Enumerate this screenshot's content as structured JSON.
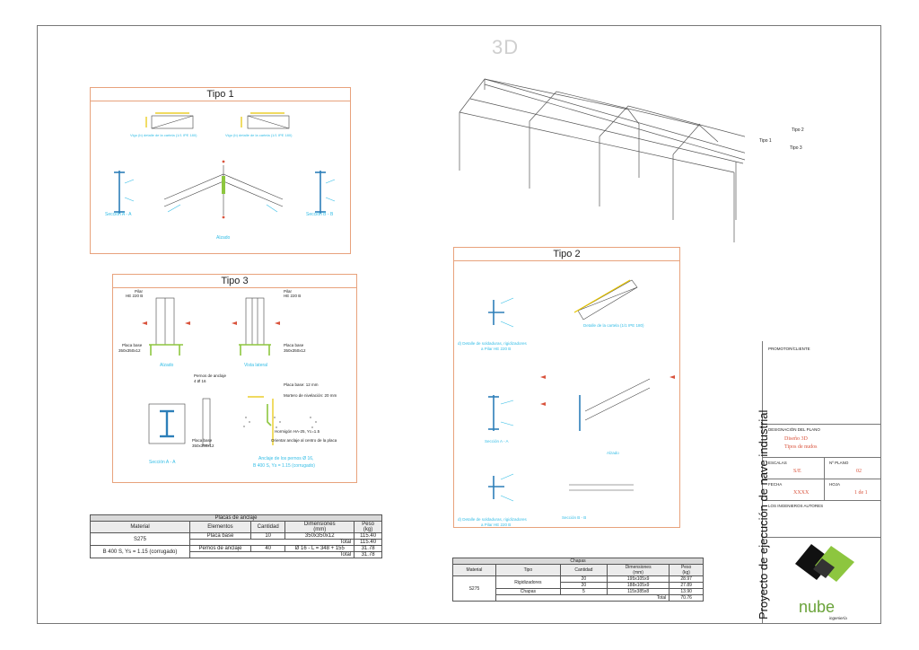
{
  "header": {
    "title_3d": "3D"
  },
  "view3d": {
    "tipo1": "Tipo 1",
    "tipo2": "Tipo 2",
    "tipo3": "Tipo 3"
  },
  "tipo1": {
    "title": "Tipo 1",
    "caption_left": "Vigo (b) detalle de la cartela (1/1 IPE 180)",
    "caption_right": "Vigo (b) detalle de la cartela (1/1 IPE 180)",
    "seccion_a": "Sección A - A",
    "seccion_b": "Sección B - B",
    "alzado": "Alzado"
  },
  "tipo3": {
    "title": "Tipo 3",
    "pilar": "Pilar",
    "pilar_he": "HE 220 B",
    "placa_base": "Placa base",
    "placa_dims": "350x350x12",
    "alzado": "Alzado",
    "vista_lateral": "Vista lateral",
    "pernos_label": "Pernos de anclaje",
    "pernos_count": "4 Ø 16",
    "placa_base_mm": "Placa base: 12 mm",
    "mortero": "Mortero de nivelación: 20 mm",
    "hormigon": "Hormigón  HA-25,  Yc=1.5",
    "orientar": "Orientar anclaje al centro de la placa",
    "seccion_a": "Sección A - A",
    "anclaje_title": "Anclaje de los pernos Ø 16,",
    "anclaje_sub": "B 400 S, Ys = 1.15 (corrugado)"
  },
  "tipo2": {
    "title": "Tipo 2",
    "detalle_sold_1": "d) Detalle de soldaduras, rigidizadores",
    "detalle_sold_1b": "a Pilar HE 220 B",
    "detalle_cartela": "Detalle de la cartela (1/1 IPE 180)",
    "seccion_a": "Sección A - A",
    "alzado": "Alzado",
    "detalle_sold_2": "d) Detalle de soldaduras, rigidizadores",
    "detalle_sold_2b": "a Pilar HE 220 B",
    "seccion_b": "Sección B - B"
  },
  "table_placas": {
    "caption": "Placas de anclaje",
    "headers": [
      "Material",
      "Elementos",
      "Cantidad",
      "Dimensiones\n(mm)",
      "Peso\n(kg)"
    ],
    "s275": "S275",
    "placa_base": "Placa base",
    "placa_qty": "10",
    "placa_dims": "350x350x12",
    "placa_peso": "115.40",
    "total_label": "Total",
    "total1": "115.40",
    "b400": "B 400 S, Ys = 1.15 (corrugado)",
    "pernos": "Pernos de anclaje",
    "pernos_qty": "40",
    "pernos_dims": "Ø 16 - L = 348 + 155",
    "pernos_peso": "31.78",
    "total2": "31.78"
  },
  "table_chapas": {
    "caption": "Chapas",
    "headers": [
      "Material",
      "Tipo",
      "Cantidad",
      "Dimensiones\n(mm)",
      "Peso\n(kg)"
    ],
    "s275": "S275",
    "rig": "Rigidizadores",
    "chapas": "Chapas",
    "rows": [
      {
        "qty": "20",
        "dims": "195x105x9",
        "peso": "28.97"
      },
      {
        "qty": "20",
        "dims": "188x105x9",
        "peso": "27.89"
      },
      {
        "qty": "5",
        "dims": "115x385x8",
        "peso": "13.90"
      }
    ],
    "total_label": "Total",
    "total": "70.76"
  },
  "title_block": {
    "vertical_title": "Proyecto de ejecución de nave industrial",
    "promotor_label": "PROMOTOR/CLIENTE",
    "designacion_label": "DESIGNACIÓN DEL PLANO",
    "designacion_1": "Diseño 3D",
    "designacion_2": "Tipos de nudos",
    "escalas_label": "ESCALAS",
    "escalas_value": "S/E",
    "nplano_label": "Nº PLANO",
    "nplano_value": "02",
    "fecha_label": "FECHA",
    "fecha_value": "XXXX",
    "hoja_label": "HOJA",
    "hoja_value": "1 de 1",
    "autores_label": "LOS INGENIEROS AUTORES",
    "logo_text": "nube",
    "logo_sub": "ingeniería",
    "accent": "#8dc63f"
  }
}
